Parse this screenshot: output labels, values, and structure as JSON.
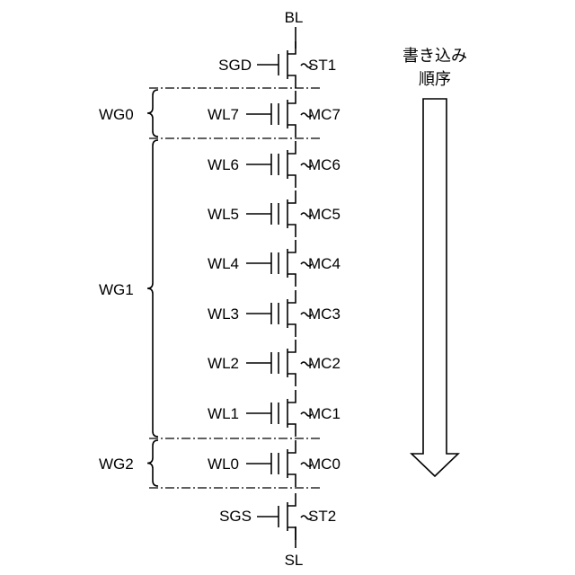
{
  "top_terminal": "BL",
  "bottom_terminal": "SL",
  "select_top": {
    "gate": "SGD",
    "name": "ST1"
  },
  "select_bottom": {
    "gate": "SGS",
    "name": "ST2"
  },
  "cells": [
    {
      "word_line": "WL7",
      "cell": "MC7"
    },
    {
      "word_line": "WL6",
      "cell": "MC6"
    },
    {
      "word_line": "WL5",
      "cell": "MC5"
    },
    {
      "word_line": "WL4",
      "cell": "MC4"
    },
    {
      "word_line": "WL3",
      "cell": "MC3"
    },
    {
      "word_line": "WL2",
      "cell": "MC2"
    },
    {
      "word_line": "WL1",
      "cell": "MC1"
    },
    {
      "word_line": "WL0",
      "cell": "MC0"
    }
  ],
  "groups": [
    {
      "name": "WG0"
    },
    {
      "name": "WG1"
    },
    {
      "name": "WG2"
    }
  ],
  "arrow": {
    "line1": "書き込み",
    "line2": "順序"
  }
}
